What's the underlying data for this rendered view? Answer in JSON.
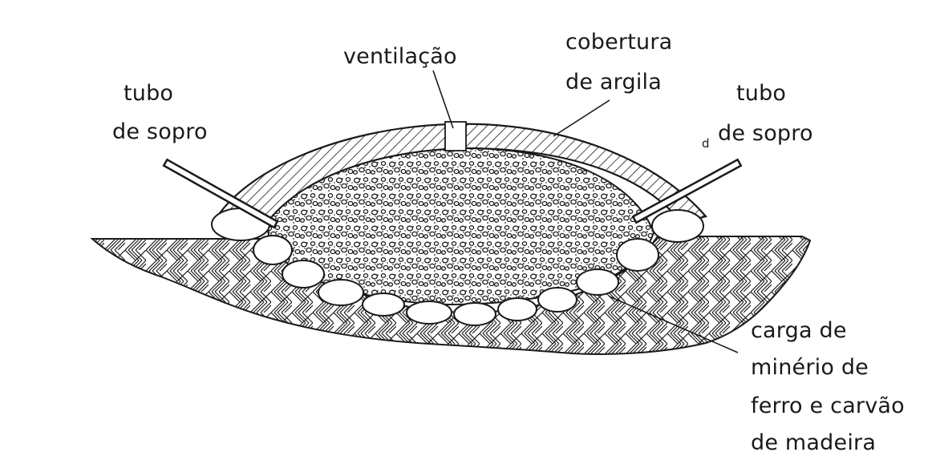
{
  "labels": {
    "ventilacao": "ventilação",
    "cobertura_1": "cobertura",
    "cobertura_2": "de argila",
    "tubo_left_1": "tubo",
    "tubo_left_2": "de sopro",
    "tubo_right_1": "tubo",
    "tubo_right_2": "de sopro",
    "stray_mark": "d",
    "carga_1": "carga de",
    "carga_2": "minério de",
    "carga_3": "ferro e carvão",
    "carga_4": "de madeira"
  },
  "colors": {
    "ink": "#1a1a1a",
    "background": "#ffffff"
  }
}
